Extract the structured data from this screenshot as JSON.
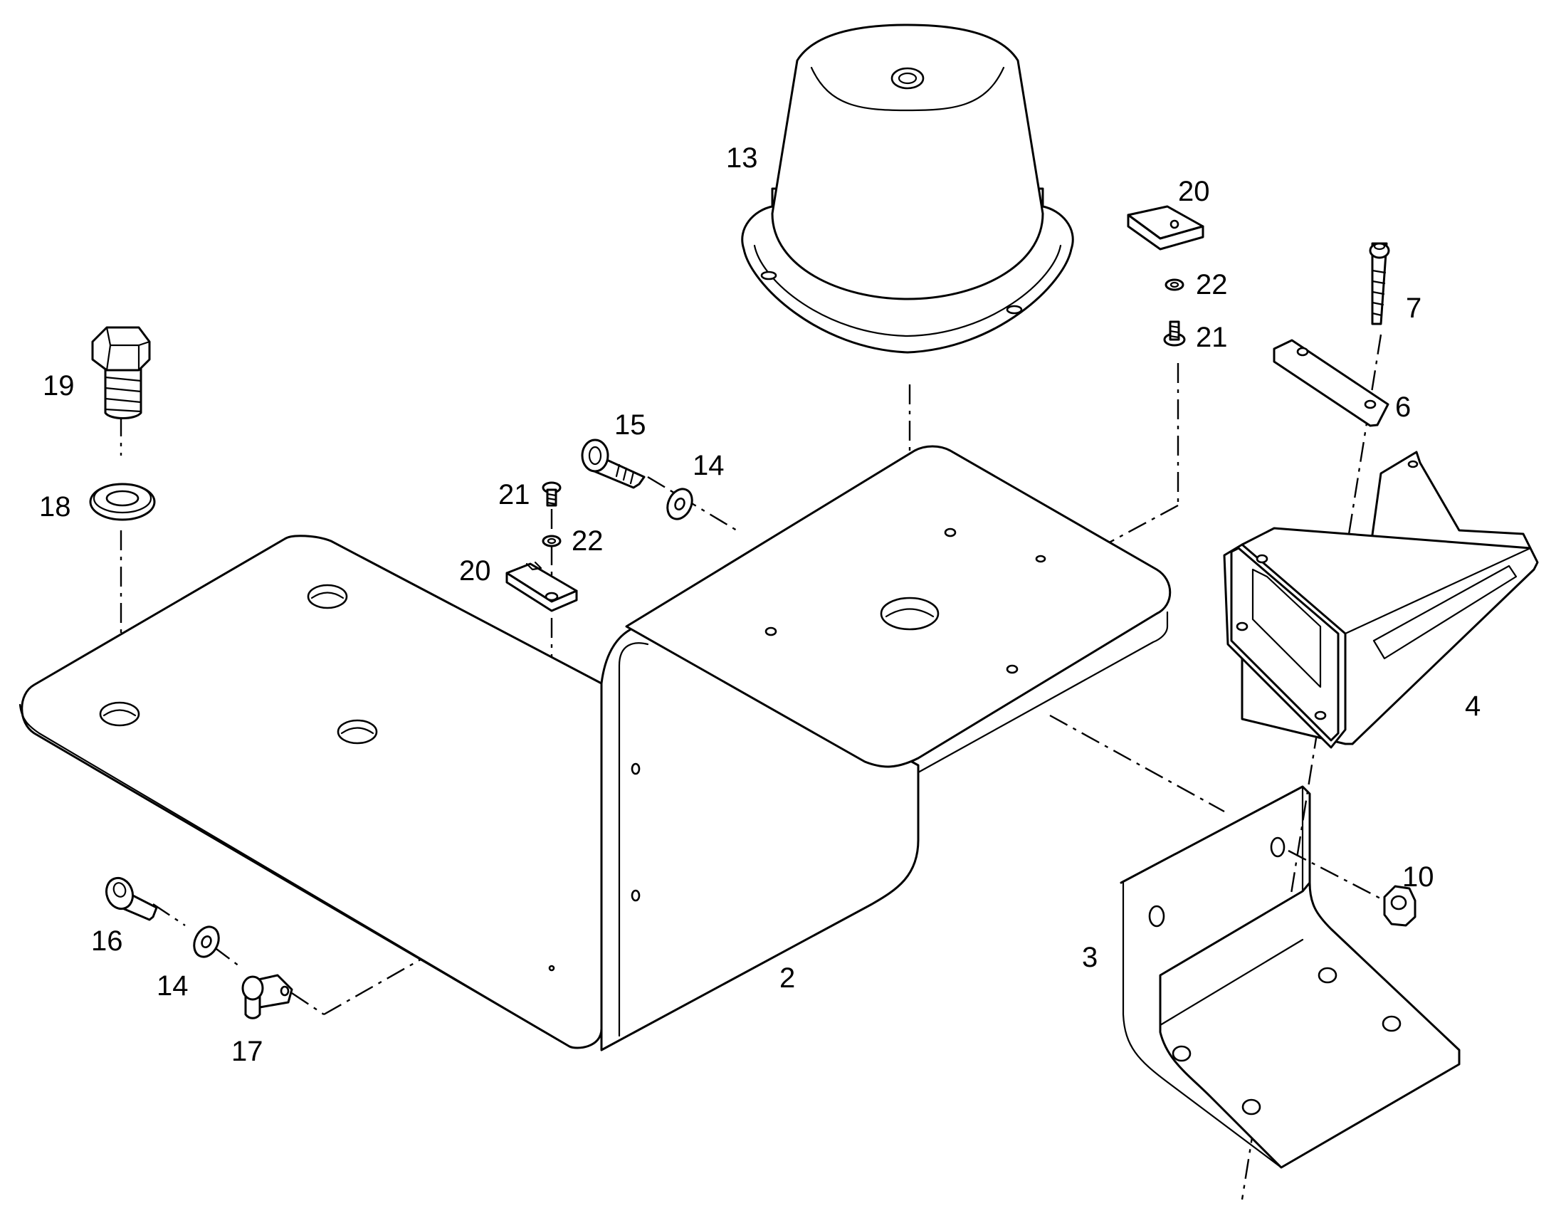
{
  "callouts": [
    {
      "id": "c13",
      "label": "13"
    },
    {
      "id": "c20a",
      "label": "20"
    },
    {
      "id": "c22a",
      "label": "22"
    },
    {
      "id": "c21a",
      "label": "21"
    },
    {
      "id": "c7",
      "label": "7"
    },
    {
      "id": "c6",
      "label": "6"
    },
    {
      "id": "c19",
      "label": "19"
    },
    {
      "id": "c18",
      "label": "18"
    },
    {
      "id": "c15",
      "label": "15"
    },
    {
      "id": "c14a",
      "label": "14"
    },
    {
      "id": "c21b",
      "label": "21"
    },
    {
      "id": "c22b",
      "label": "22"
    },
    {
      "id": "c20b",
      "label": "20"
    },
    {
      "id": "c4",
      "label": "4"
    },
    {
      "id": "c10",
      "label": "10"
    },
    {
      "id": "c3",
      "label": "3"
    },
    {
      "id": "c2",
      "label": "2"
    },
    {
      "id": "c16",
      "label": "16"
    },
    {
      "id": "c14b",
      "label": "14"
    },
    {
      "id": "c17",
      "label": "17"
    }
  ]
}
